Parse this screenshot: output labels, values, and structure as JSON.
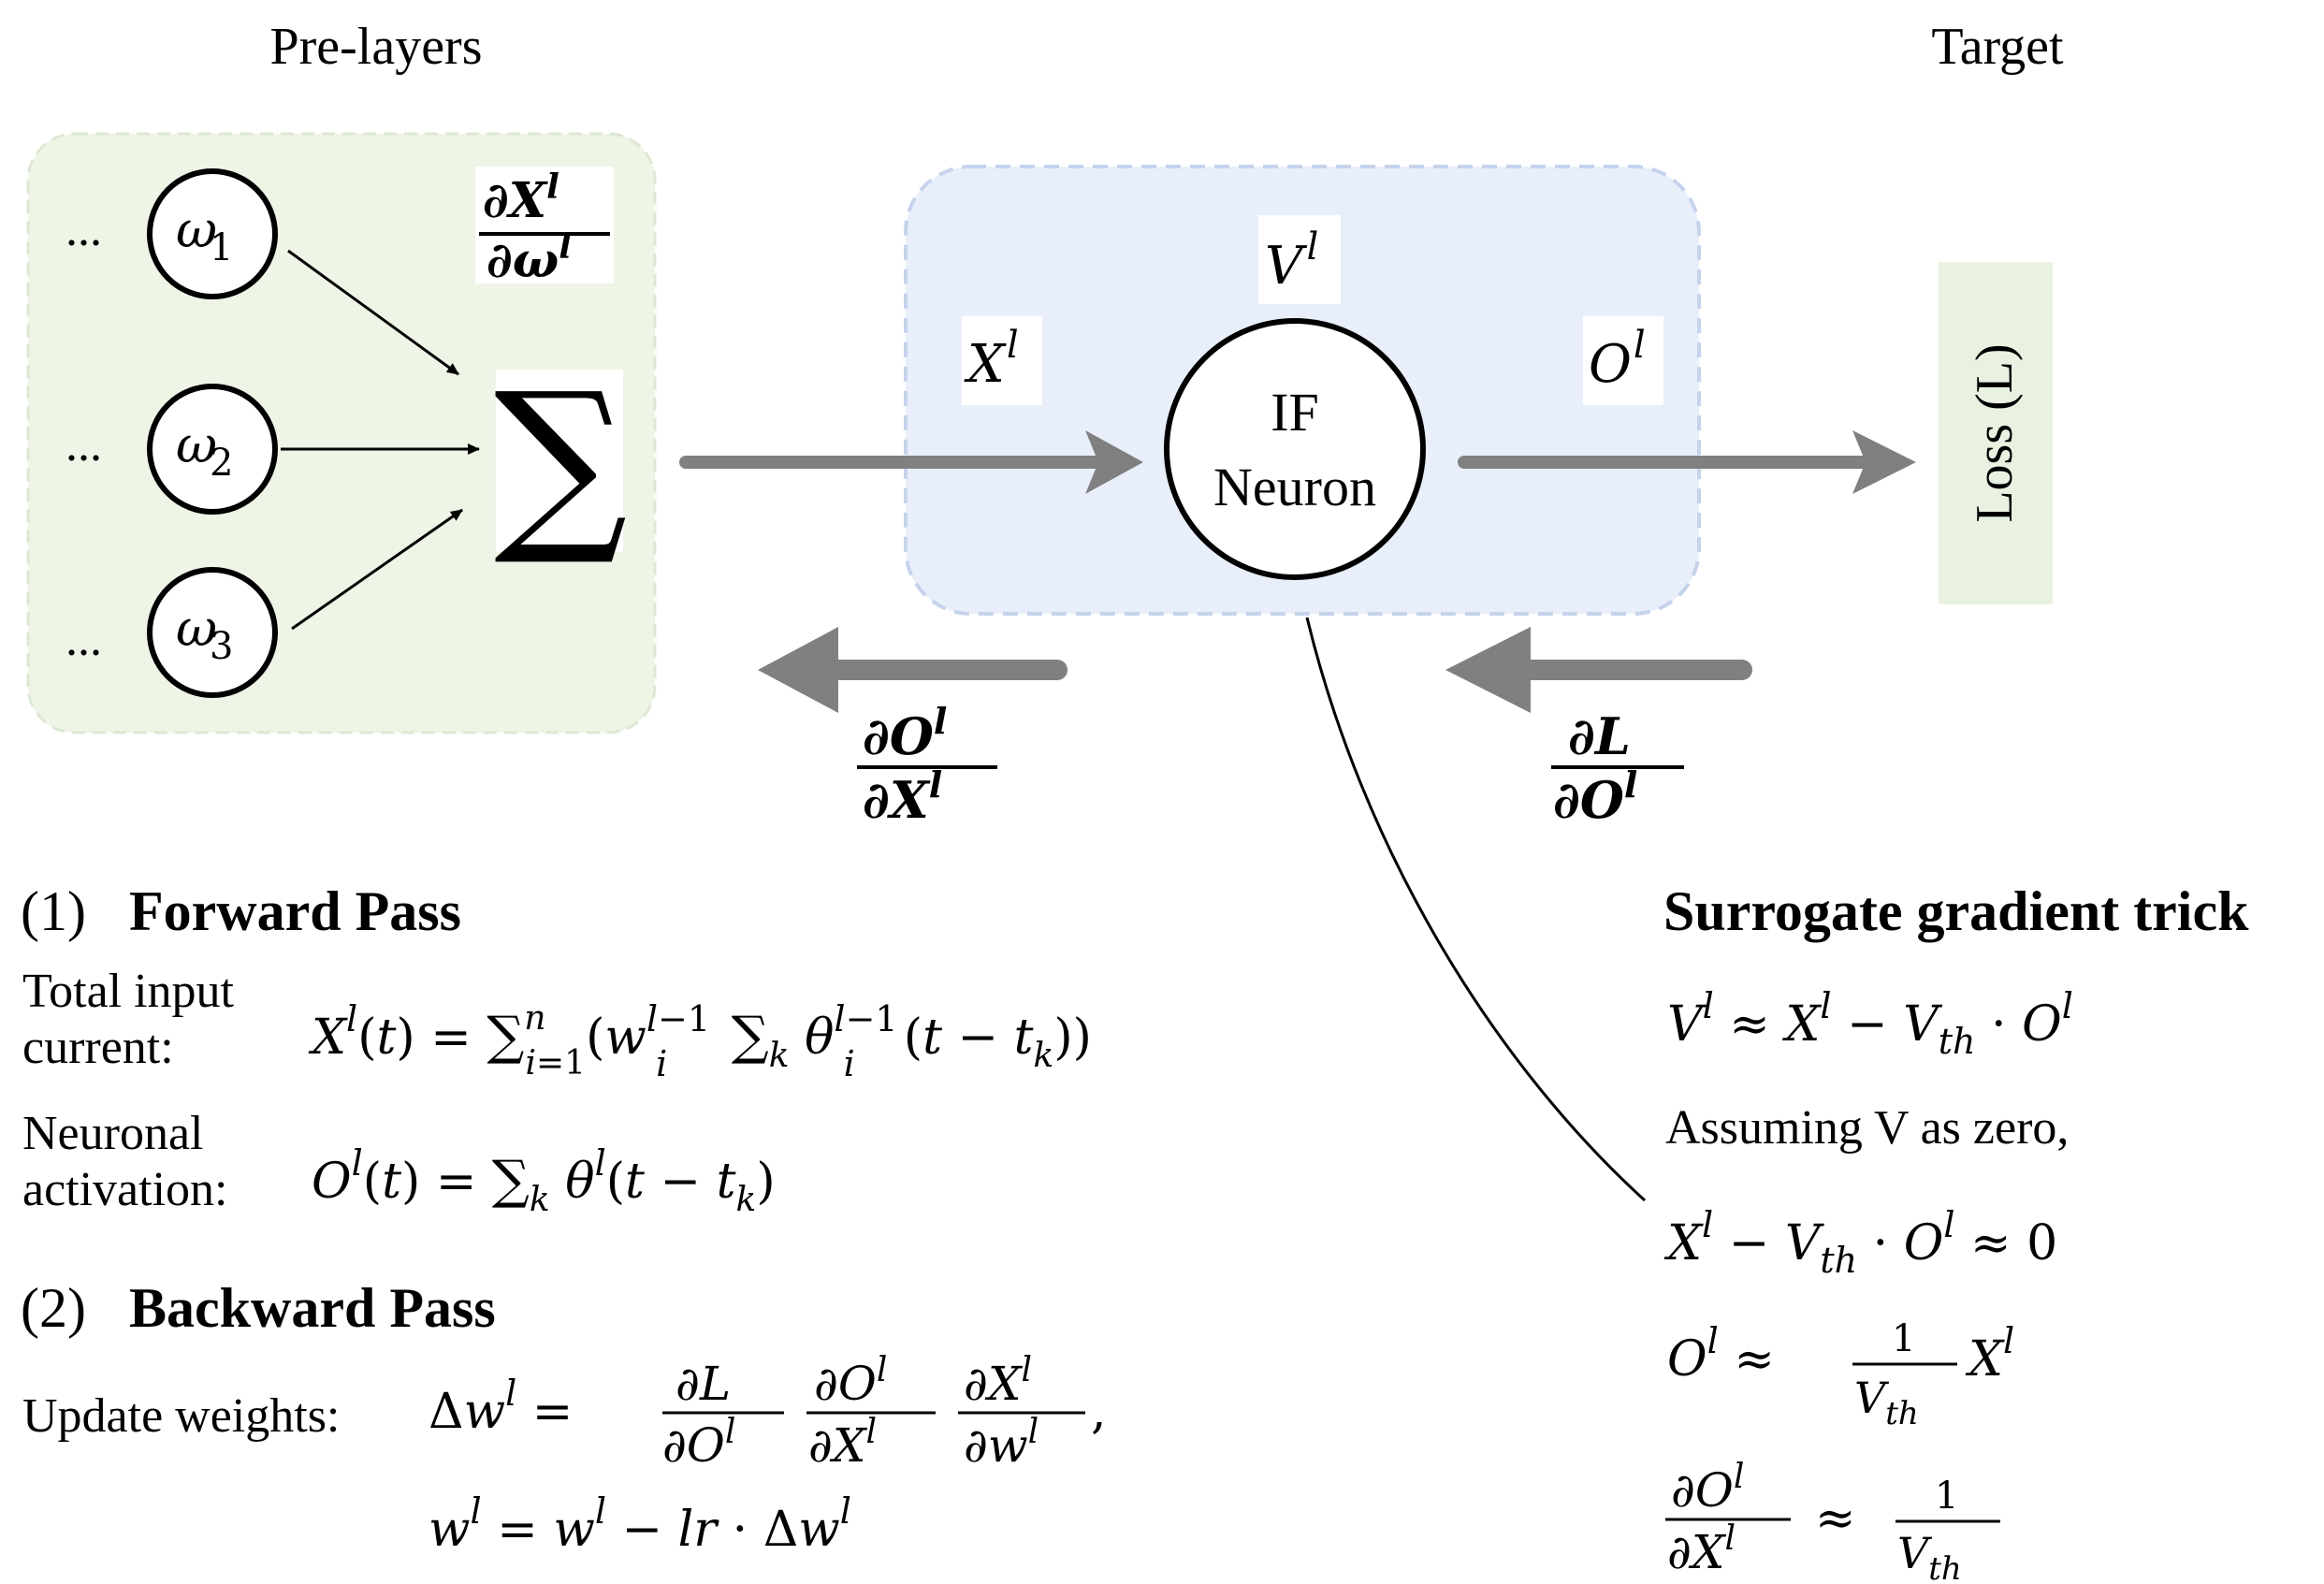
{
  "labels": {
    "pre_layers": "Pre-layers",
    "target": "Target",
    "ellipsis": "...",
    "neuron_line1": "IF",
    "neuron_line2": "Neuron",
    "loss": "Loss (L)"
  },
  "weights": [
    "ω",
    "ω",
    "ω"
  ],
  "weight_subscripts": [
    "1",
    "2",
    "3"
  ],
  "sum_symbol": "∑",
  "symbols": {
    "partial": "∂",
    "X": "X",
    "O": "O",
    "V": "V",
    "L": "L",
    "omega": "ω",
    "l": "l"
  },
  "forward": {
    "heading_num": "(1)",
    "heading": "Forward Pass",
    "total_input_line1": "Total input",
    "total_input_line2": "current:",
    "eq_total_input": "X(t) = ∑(w ∑ θ(t − t))",
    "neuronal_line1": "Neuronal",
    "neuronal_line2": "activation:",
    "eq_activation": "O(t) = ∑ θ(t − t)"
  },
  "backward": {
    "heading_num": "(2)",
    "heading": "Backward Pass",
    "update_label": "Update weights:",
    "eq_update2": "w = w − lr · Δw"
  },
  "surrogate": {
    "heading": "Surrogate gradient trick",
    "assume": "Assuming V as zero,"
  },
  "colors": {
    "pre_layers_bg": "#eef4e6",
    "pre_layers_border": "#dde8d2",
    "neuron_box_bg": "#e9effa",
    "neuron_box_border": "#c6d3ec",
    "loss_bg": "#e9f2e1",
    "arrow_gray": "#808080"
  }
}
